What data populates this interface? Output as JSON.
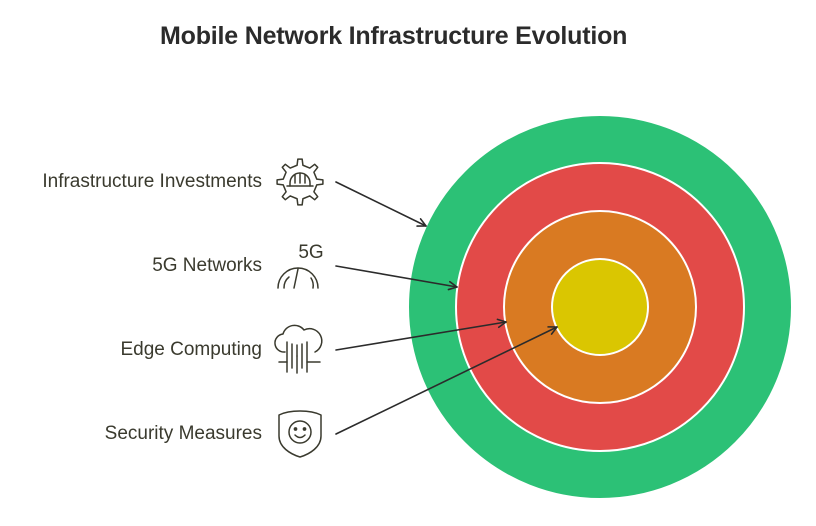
{
  "title": "Mobile Network Infrastructure Evolution",
  "items": [
    {
      "label": "Infrastructure Investments",
      "icon": "gear-hardhat-icon",
      "ring": "outer",
      "color": "#2cc176"
    },
    {
      "label": "5G Networks",
      "icon": "5g-speedometer-icon",
      "icon_text": "5G",
      "ring": "second",
      "color": "#e24a48"
    },
    {
      "label": "Edge Computing",
      "icon": "cloud-circuit-icon",
      "ring": "third",
      "color": "#d97a22"
    },
    {
      "label": "Security Measures",
      "icon": "shield-face-icon",
      "ring": "inner",
      "color": "#dac601"
    }
  ],
  "colors": {
    "text": "#3a3a2e",
    "icon_stroke": "#3a3a2e",
    "arrow": "#2b2b2b"
  }
}
